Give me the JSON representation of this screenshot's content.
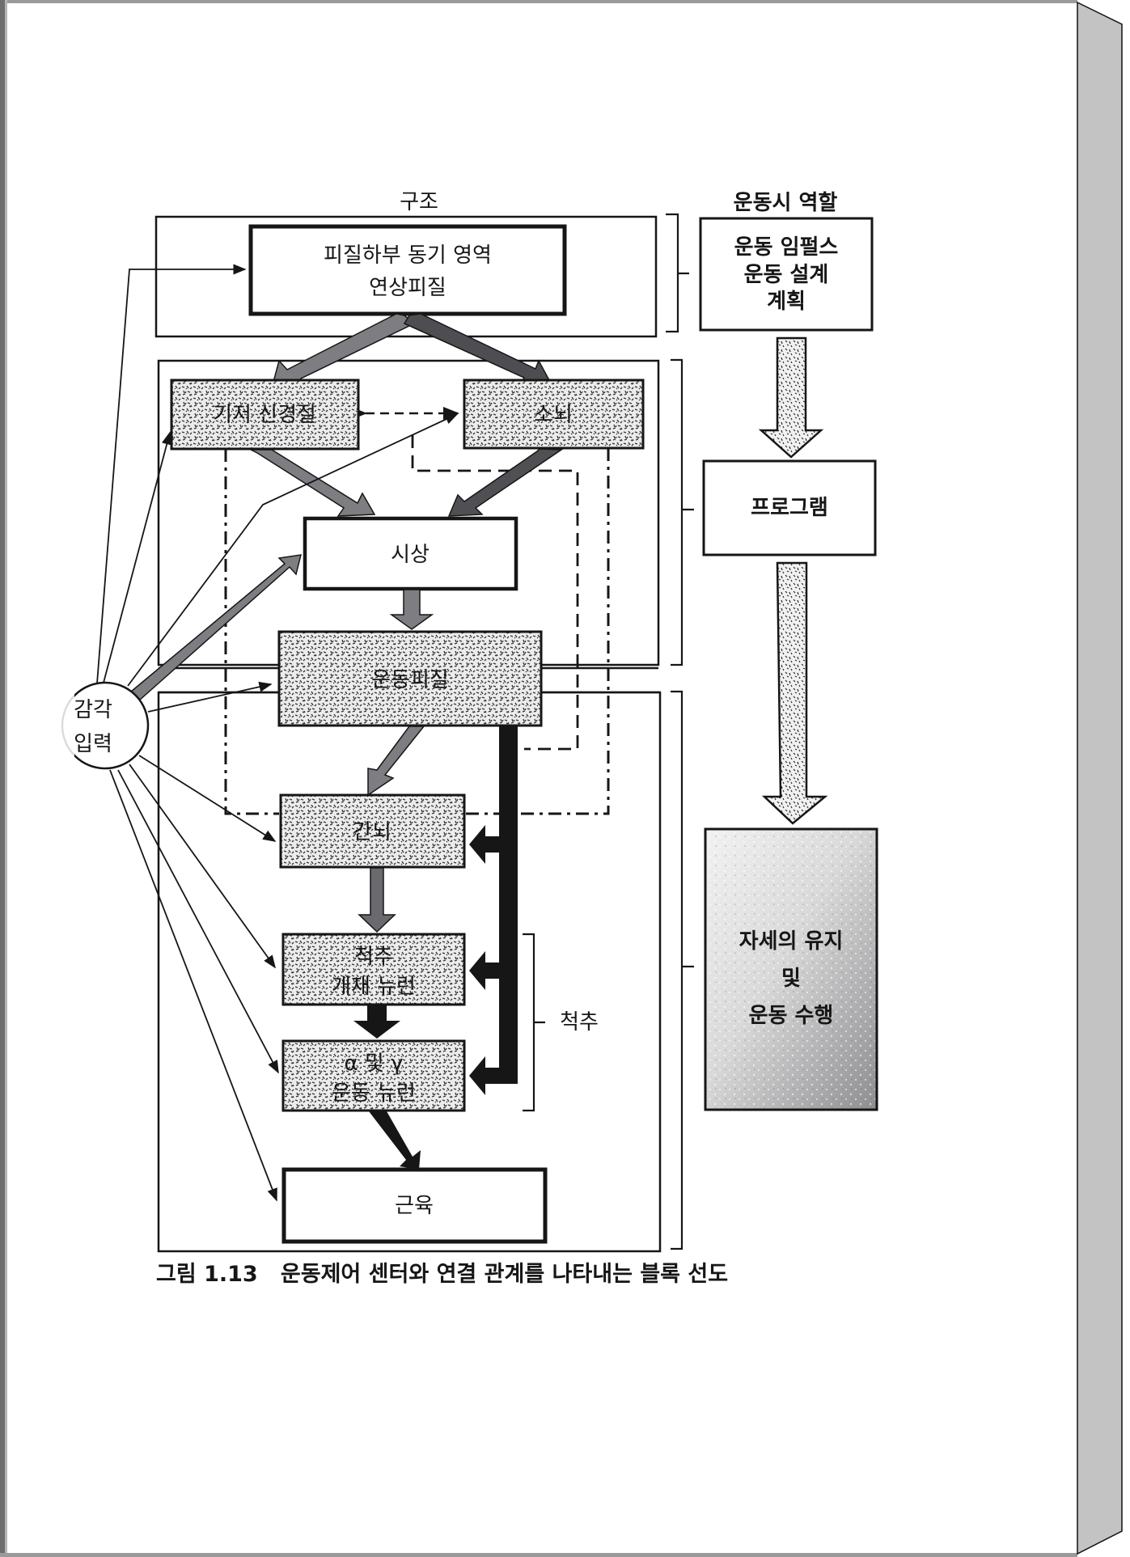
{
  "page": {
    "type": "scanned-book-page",
    "figure_caption": "그림 1.13   운동제어 센터와 연결 관계를 나타내는 블록 선도"
  },
  "columns": {
    "structure_title": "구조",
    "role_title": "운동시 역할"
  },
  "structure_blocks": {
    "subcortical": {
      "line1": "피질하부 동기 영역",
      "line2": "연상피질"
    },
    "basal_ganglia": "기저 신경절",
    "cerebellum": "소뇌",
    "thalamus": "시상",
    "motor_cortex": "운동피질",
    "brainstem": "간뇌",
    "spinal_interneuron": {
      "line1": "척추",
      "line2": "개재 뉴런"
    },
    "motor_neuron": {
      "line1": "α 및 γ",
      "line2": "운동 뉴런"
    },
    "muscle": "근육"
  },
  "sensory_input": {
    "line1": "감각",
    "line2": "입력"
  },
  "spinal_bracket_label": "척추",
  "role_blocks": {
    "plan": {
      "line1": "운동 임펄스",
      "line2": "운동 설계",
      "line3": "계획"
    },
    "program": "프로그램",
    "execution": {
      "line1": "자세의 유지",
      "line2": "및",
      "line3": "운동 수행"
    }
  },
  "colors": {
    "ink": "#161616",
    "arrow_gray": "#7d7d82",
    "stipple_bg": "#e9e9e9",
    "page_side": "#c3c3c3",
    "page_bg": "#ffffff"
  }
}
